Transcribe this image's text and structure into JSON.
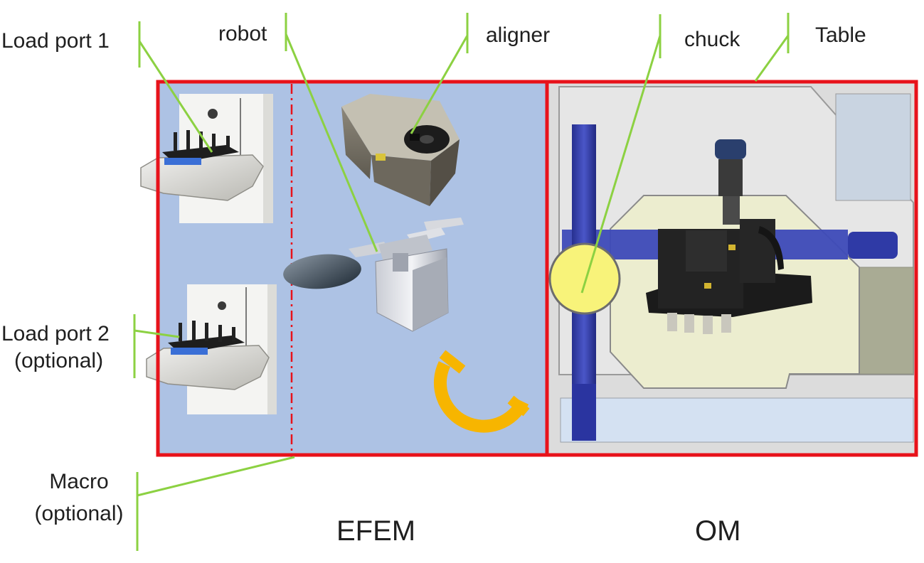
{
  "labels": {
    "load_port_1": "Load port 1",
    "robot": "robot",
    "aligner": "aligner",
    "chuck": "chuck",
    "table": "Table",
    "load_port_2_line1": "Load port 2",
    "load_port_2_line2": "(optional)",
    "macro_line1": "Macro",
    "macro_line2": "(optional)",
    "efem": "EFEM",
    "om": "OM"
  },
  "colors": {
    "frame_red": "#e8121a",
    "efem_blue": "#adc2e4",
    "leader_green": "#8cd142",
    "rotation_arrow": "#f7b500",
    "chuck_yellow": "#f8f37a",
    "om_rail_blue": "#2f3aa6"
  },
  "icons": {
    "load_port_1": "load-port-icon",
    "load_port_2": "load-port-icon",
    "aligner": "aligner-icon",
    "robot": "robot-arm-icon",
    "wafer": "wafer-icon",
    "rotation": "rotation-arrow-icon",
    "microscope": "microscope-icon",
    "chuck": "chuck-icon"
  }
}
